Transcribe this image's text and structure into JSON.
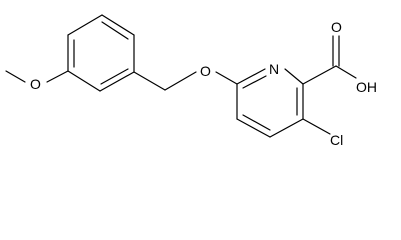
{
  "structure": {
    "atoms": {
      "methoxy_oxygen": "O",
      "ether_oxygen": "O",
      "ring_nitrogen": "N",
      "carbonyl_oxygen": "O",
      "hydroxyl": "OH",
      "chlorine": "Cl"
    },
    "colors": {
      "bond": "#000000",
      "label": "#000000",
      "background": "#ffffff"
    }
  }
}
